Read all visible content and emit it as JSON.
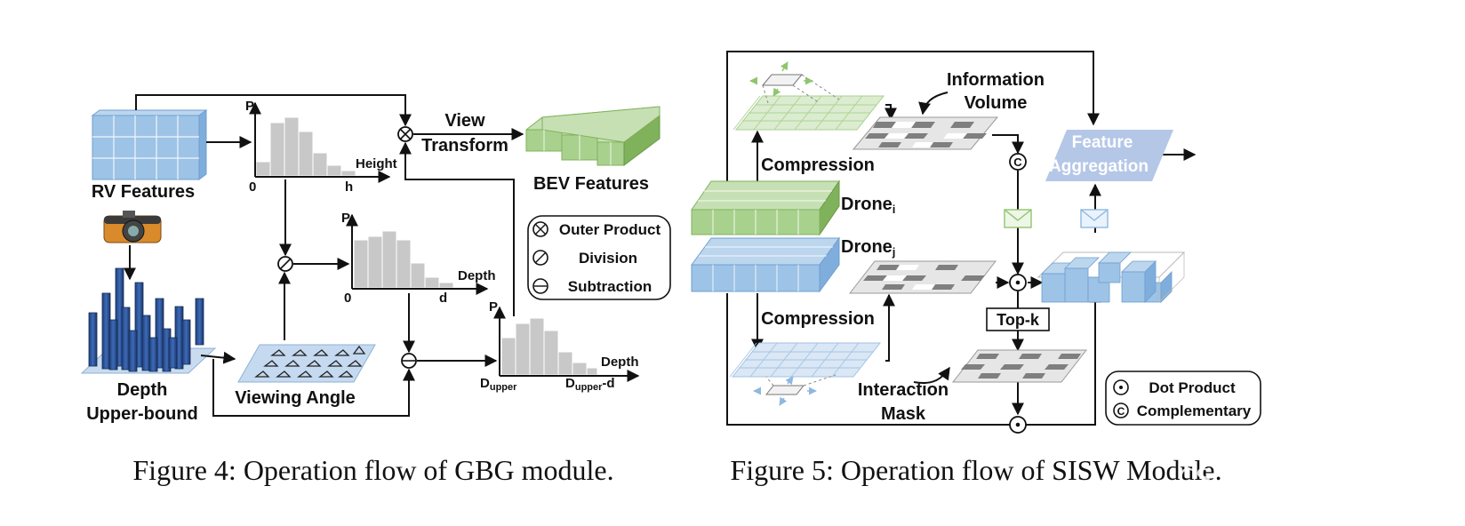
{
  "figure4": {
    "rv_features": "RV Features",
    "bev_features": "BEV Features",
    "view_transform_1": "View",
    "view_transform_2": "Transform",
    "depth_upper_bound_1": "Depth",
    "depth_upper_bound_2": "Upper-bound",
    "viewing_angle": "Viewing Angle",
    "hist1": {
      "p": "P",
      "zero": "0",
      "axis": "Height",
      "end": "h"
    },
    "hist2": {
      "p": "P",
      "zero": "0",
      "axis": "Depth",
      "end": "d"
    },
    "hist3": {
      "p": "P",
      "start": "D",
      "start_sub": "upper",
      "axis": "Depth",
      "end": "D",
      "end_sub": "upper",
      "end_suffix": "-d"
    },
    "legend": [
      "Outer Product",
      "Division",
      "Subtraction"
    ],
    "caption": "Figure 4: Operation flow of GBG module."
  },
  "figure5": {
    "information_volume_1": "Information",
    "information_volume_2": "Volume",
    "compression_top": "Compression",
    "compression_bottom": "Compression",
    "drone_i": "Drone",
    "drone_i_sub": "i",
    "drone_j": "Drone",
    "drone_j_sub": "j",
    "feature_aggregation_1": "Feature",
    "feature_aggregation_2": "Aggregation",
    "top_k": "Top-k",
    "interaction_mask_1": "Interaction",
    "interaction_mask_2": "Mask",
    "complement_symbol": "C",
    "legend": [
      "Dot Product",
      "Complementary"
    ],
    "caption": "Figure 5: Operation flow of SISW Module."
  },
  "watermark": "CSDN @大泽泽的小可爱",
  "colors": {
    "blue": "#9dc3e6",
    "green": "#a9d18e",
    "gray": "#c8c8c8",
    "dark": "#7f7f7f",
    "aggregation": "#b4c7e7"
  }
}
